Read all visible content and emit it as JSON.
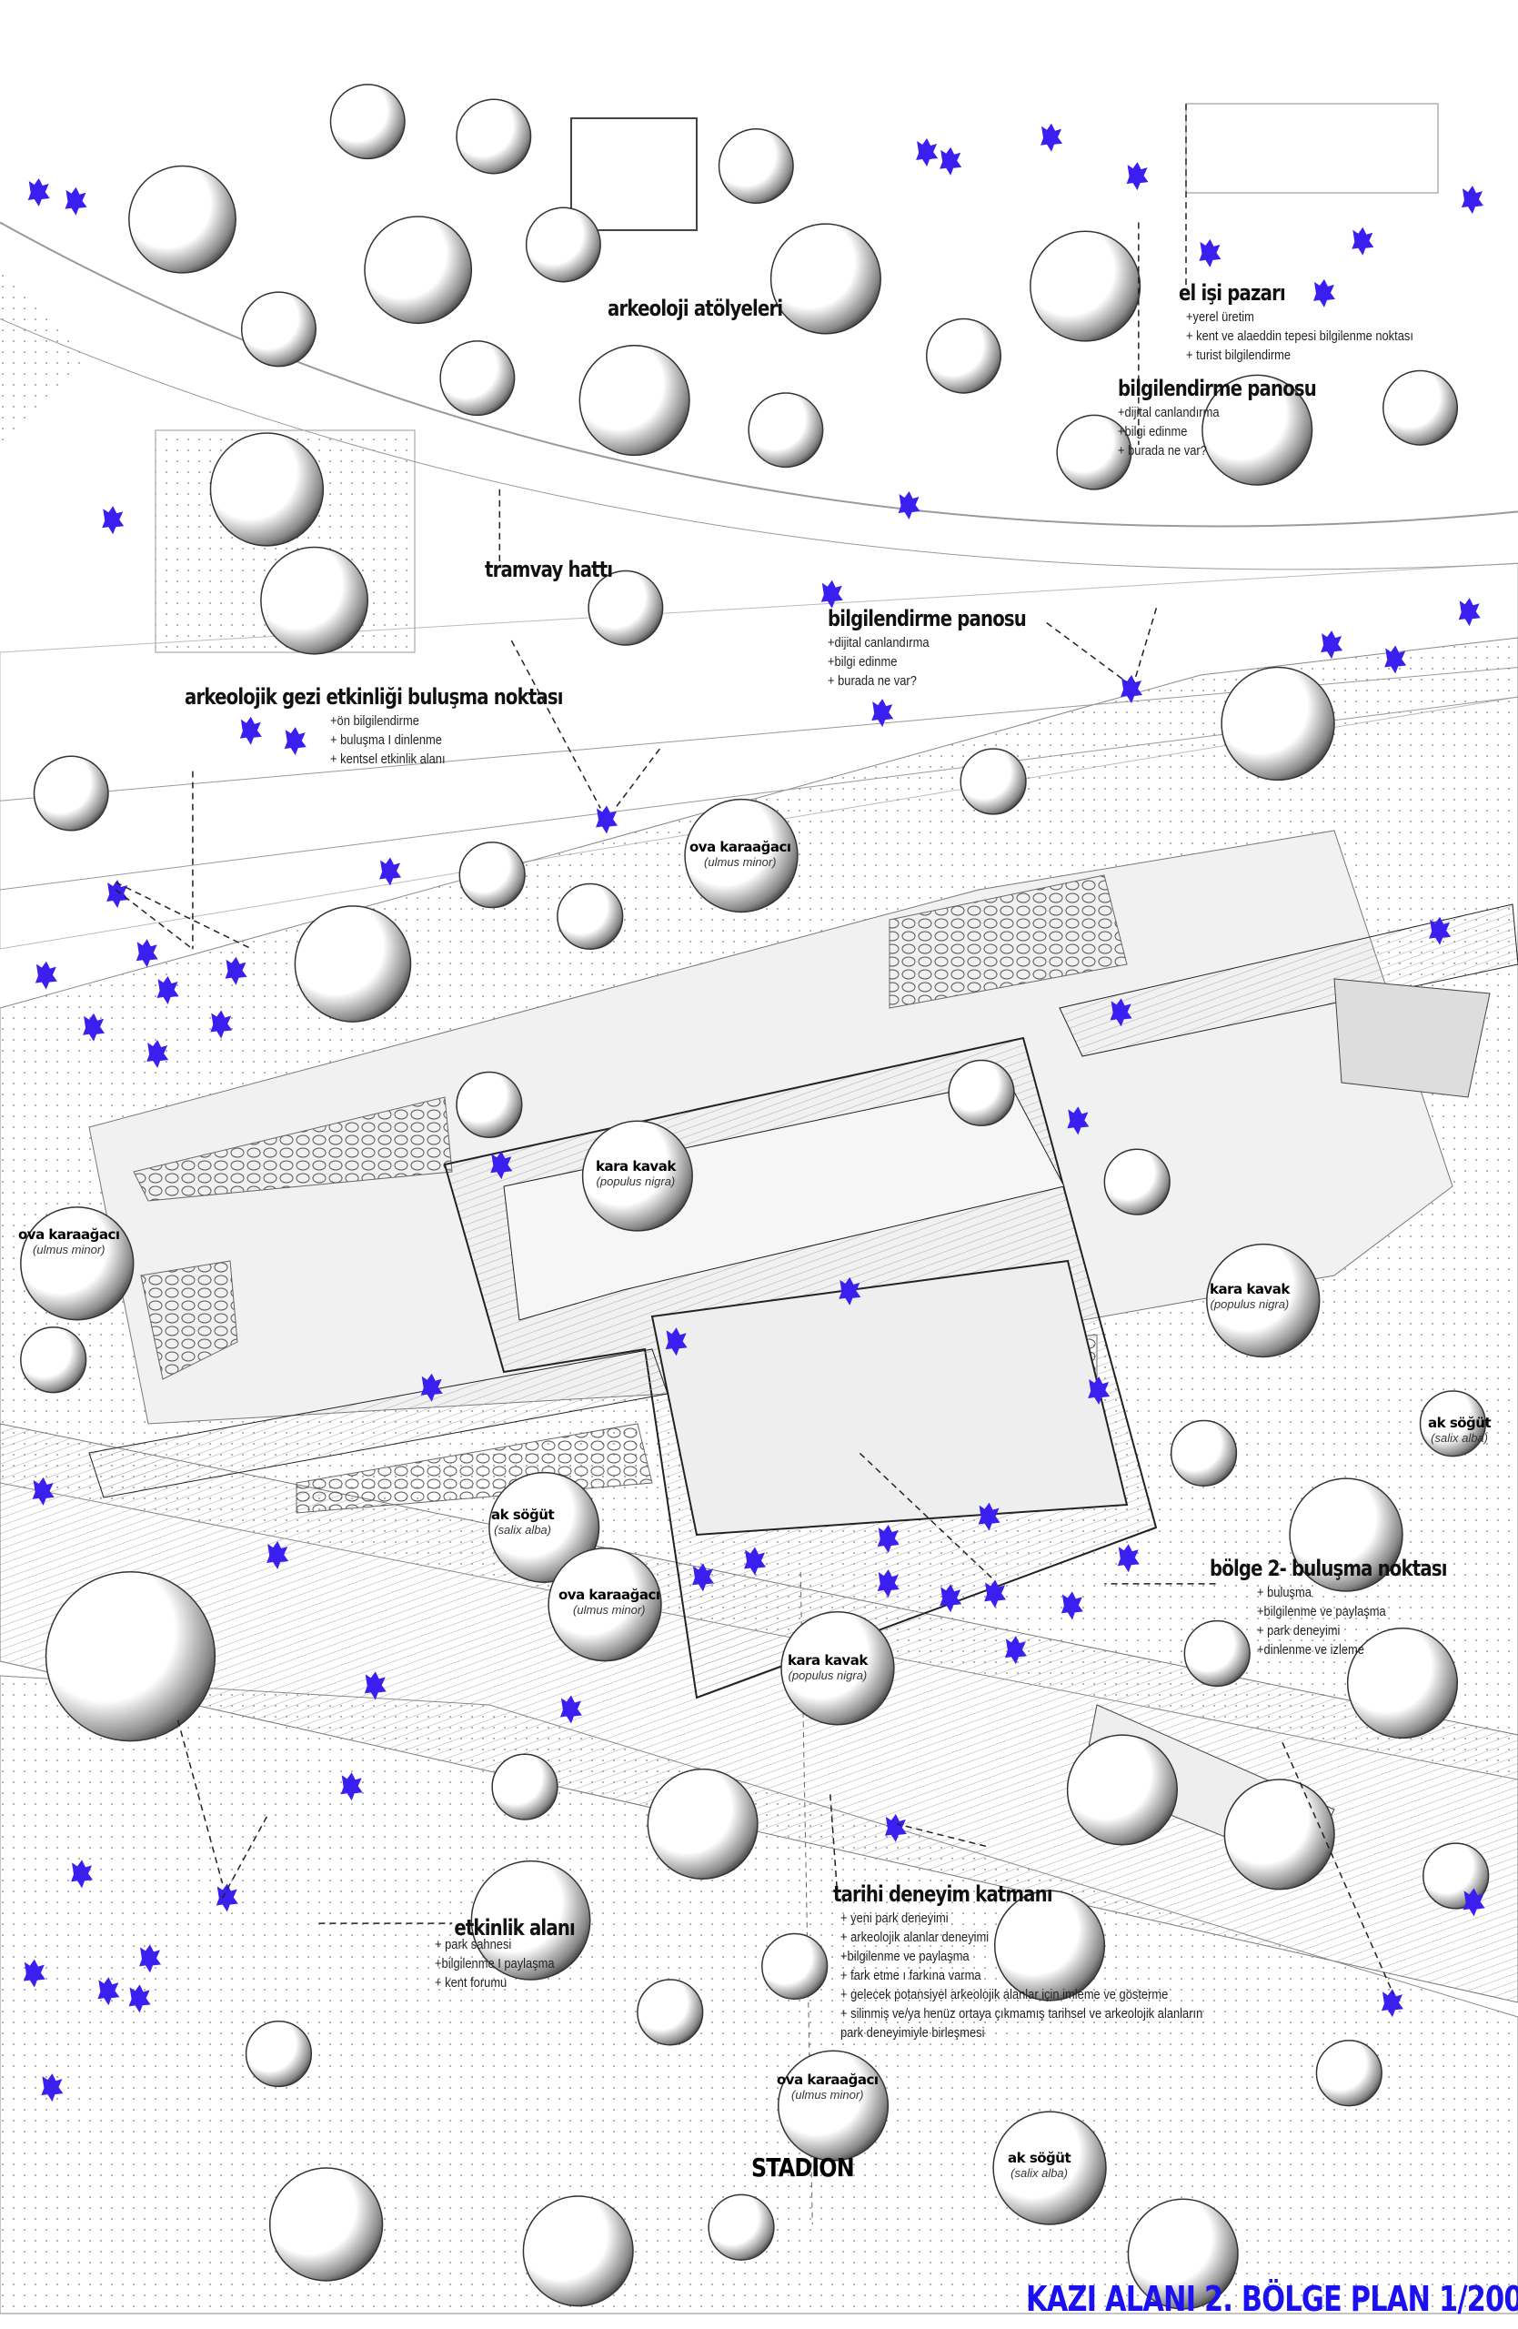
{
  "title": "KAZI ALANI 2. BÖLGE PLAN 1/200",
  "stadion": "STADION",
  "colors": {
    "people": "#3a1ff0",
    "title": "#1a10f0",
    "ink": "#111111",
    "shade": "#bdbdbd"
  },
  "labels": {
    "arkeoloji_atolyeleri": {
      "heading": "arkeoloji atölyeleri"
    },
    "el_isi_pazari": {
      "heading": "el işi pazarı",
      "items": [
        "+yerel üretim",
        "+ kent ve alaeddin tepesi bilgilenme noktası",
        "+ turist bilgilendirme"
      ]
    },
    "bilgi_panosu_1": {
      "heading": "bilgilendirme panosu",
      "items": [
        "+dijital canlandırma",
        "+bilgi edinme",
        "+ burada ne var?"
      ]
    },
    "tramvay_hatti": {
      "heading": "tramvay hattı"
    },
    "bilgi_panosu_2": {
      "heading": "bilgilendirme panosu",
      "items": [
        "+dijital canlandırma",
        "+bilgi edinme",
        "+ burada ne var?"
      ]
    },
    "arkeolojik_gezi": {
      "heading": "arkeolojik gezi etkinliği buluşma noktası",
      "items": [
        "+ön bilgilendirme",
        "+ buluşma I dinlenme",
        "+ kentsel etkinlik alanı"
      ]
    },
    "bolge2": {
      "heading": "bölge 2- buluşma noktası",
      "items": [
        "+ buluşma",
        "+bilgilenme ve paylaşma",
        "+ park deneyimi",
        "+dinlenme ve izleme"
      ]
    },
    "etkinlik_alani": {
      "heading": "etkinlik alanı",
      "items": [
        "+ park sahnesi",
        "+bilgilenme I paylaşma",
        "+ kent forumu"
      ]
    },
    "tarihi_deneyim": {
      "heading": "tarihi deneyim katmanı",
      "items": [
        "+ yeni park deneyimi",
        "+ arkeolojik alanlar deneyimi",
        "+bilgilenme ve paylaşma",
        "+ fark etme ı farkına varma",
        "+ gelecek potansiyel arkeolojik alanlar için imleme ve gösterme",
        "+ silinmiş ve/ya henüz ortaya çıkmamış tarihsel ve arkeolojik alanların",
        "park deneyimiyle birleşmesi"
      ]
    }
  },
  "trees": [
    {
      "name": "ova karaağacı",
      "species": "(ulmus minor)"
    },
    {
      "name": "kara kavak",
      "species": "(populus nigra)"
    },
    {
      "name": "ova karaağacı",
      "species": "(ulmus minor)"
    },
    {
      "name": "kara kavak",
      "species": "(populus nigra)"
    },
    {
      "name": "ak söğüt",
      "species": "(salix alba)"
    },
    {
      "name": "ak söğüt",
      "species": "(salix alba)"
    },
    {
      "name": "ova karaağacı",
      "species": "(ulmus minor)"
    },
    {
      "name": "kara kavak",
      "species": "(populus nigra)"
    },
    {
      "name": "ova karaağacı",
      "species": "(ulmus minor)"
    },
    {
      "name": "ak söğüt",
      "species": "(salix alba)"
    }
  ]
}
